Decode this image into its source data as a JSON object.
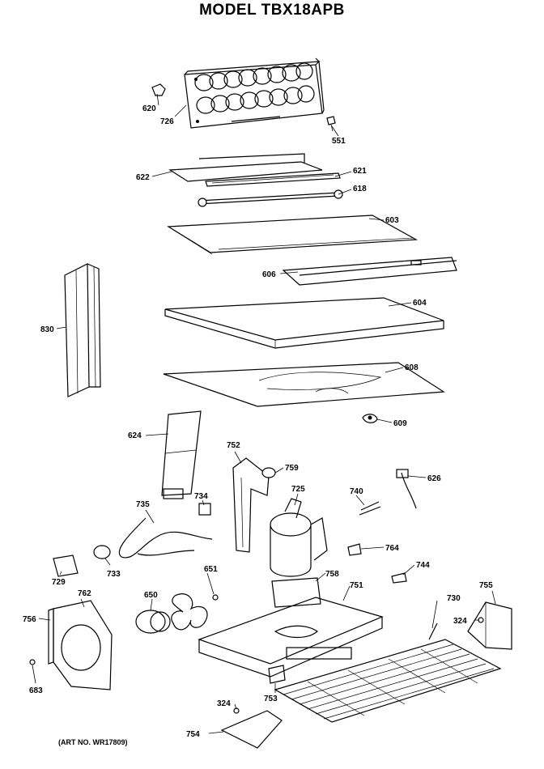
{
  "title": "MODEL TBX18APB",
  "art_number": "(ART NO. WR17809)",
  "parts": [
    {
      "id": "620",
      "label": "620"
    },
    {
      "id": "726",
      "label": "726"
    },
    {
      "id": "551",
      "label": "551"
    },
    {
      "id": "622",
      "label": "622"
    },
    {
      "id": "621",
      "label": "621"
    },
    {
      "id": "618",
      "label": "618"
    },
    {
      "id": "603",
      "label": "603"
    },
    {
      "id": "606",
      "label": "606"
    },
    {
      "id": "830",
      "label": "830"
    },
    {
      "id": "604",
      "label": "604"
    },
    {
      "id": "608",
      "label": "608"
    },
    {
      "id": "609",
      "label": "609"
    },
    {
      "id": "624",
      "label": "624"
    },
    {
      "id": "752",
      "label": "752"
    },
    {
      "id": "759",
      "label": "759"
    },
    {
      "id": "626",
      "label": "626"
    },
    {
      "id": "725",
      "label": "725"
    },
    {
      "id": "740",
      "label": "740"
    },
    {
      "id": "734",
      "label": "734"
    },
    {
      "id": "735",
      "label": "735"
    },
    {
      "id": "764",
      "label": "764"
    },
    {
      "id": "729",
      "label": "729"
    },
    {
      "id": "733",
      "label": "733"
    },
    {
      "id": "651",
      "label": "651"
    },
    {
      "id": "744",
      "label": "744"
    },
    {
      "id": "758",
      "label": "758"
    },
    {
      "id": "751",
      "label": "751"
    },
    {
      "id": "755",
      "label": "755"
    },
    {
      "id": "650",
      "label": "650"
    },
    {
      "id": "730",
      "label": "730"
    },
    {
      "id": "762",
      "label": "762"
    },
    {
      "id": "756",
      "label": "756"
    },
    {
      "id": "324a",
      "label": "324"
    },
    {
      "id": "683",
      "label": "683"
    },
    {
      "id": "753",
      "label": "753"
    },
    {
      "id": "324b",
      "label": "324"
    },
    {
      "id": "754",
      "label": "754"
    }
  ]
}
